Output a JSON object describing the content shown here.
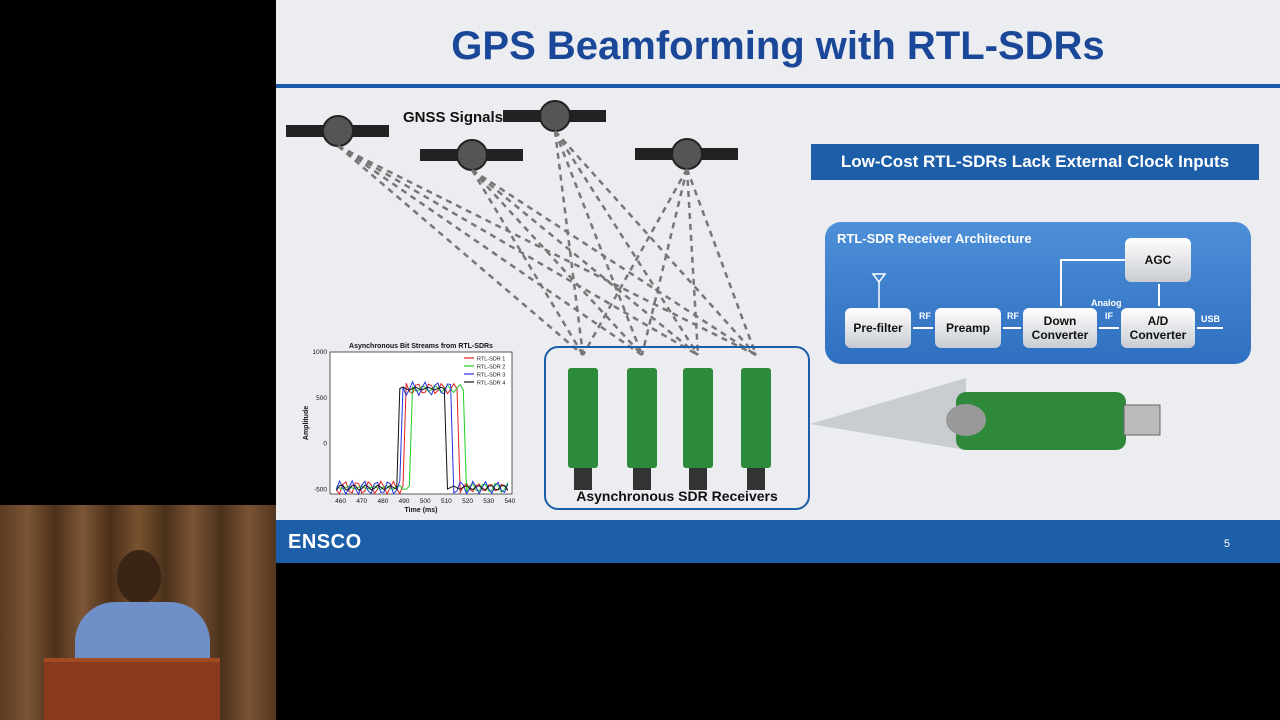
{
  "slide": {
    "title": "GPS Beamforming with RTL-SDRs",
    "gnss_label": "GNSS Signals",
    "callout": "Low-Cost RTL-SDRs Lack External Clock Inputs",
    "sdr_caption": "Asynchronous SDR Receivers",
    "footer": {
      "logo": "ENSCO",
      "page_number": "5"
    },
    "colors": {
      "title": "#1a4798",
      "accent": "#1d5ea9",
      "background": "#ebedf0"
    }
  },
  "architecture": {
    "title": "RTL-SDR Receiver Architecture",
    "blocks": [
      "Pre-filter",
      "Preamp",
      "Down Converter",
      "A/D Converter",
      "AGC"
    ],
    "signals": [
      "RF",
      "RF",
      "Analog",
      "IF",
      "USB"
    ]
  },
  "chart_data": {
    "type": "line",
    "title": "Asynchronous Bit Streams from RTL-SDRs",
    "xlabel": "Time (ms)",
    "ylabel": "Amplitude",
    "xlim": [
      455,
      541
    ],
    "ylim": [
      -550,
      1000
    ],
    "x_ticks": [
      "460",
      "470",
      "480",
      "490",
      "500",
      "510",
      "520",
      "530",
      "540"
    ],
    "y_ticks": [
      "1000",
      "500",
      "0",
      "-500"
    ],
    "legend_position": "top-right",
    "series": [
      {
        "name": "RTL-SDR 1",
        "color": "#e02020",
        "rise": 491,
        "fall": 515
      },
      {
        "name": "RTL-SDR 2",
        "color": "#22cc22",
        "rise": 494,
        "fall": 518
      },
      {
        "name": "RTL-SDR 3",
        "color": "#2233dd",
        "rise": 489,
        "fall": 512
      },
      {
        "name": "RTL-SDR 4",
        "color": "#111111",
        "rise": 487,
        "fall": 510
      }
    ],
    "low_level": -480,
    "high_level": 600
  }
}
